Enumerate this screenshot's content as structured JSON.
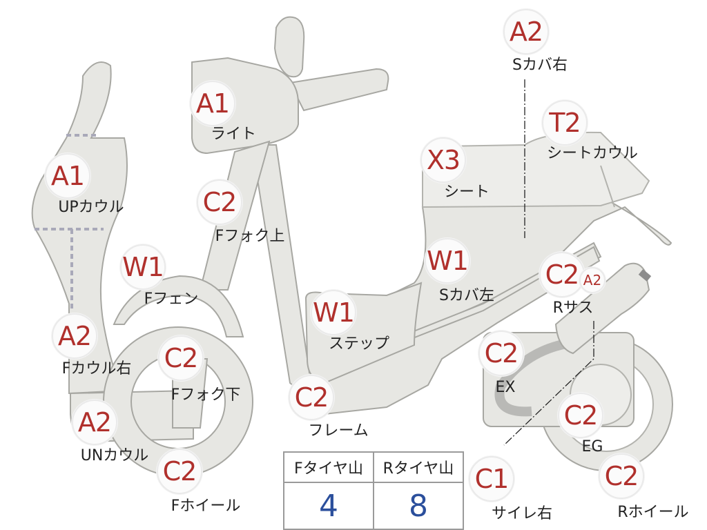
{
  "parts": [
    {
      "key": "a2_scover_right",
      "code": "A2",
      "name": "Sカバ右"
    },
    {
      "key": "a1_light",
      "code": "A1",
      "name": "ライト"
    },
    {
      "key": "t2_seat_cowl",
      "code": "T2",
      "name": "シートカウル"
    },
    {
      "key": "x3_seat",
      "code": "X3",
      "name": "シート"
    },
    {
      "key": "a1_up_cowl",
      "code": "A1",
      "name": "UPカウル"
    },
    {
      "key": "c2_ffork_upper",
      "code": "C2",
      "name": "Fフォク上"
    },
    {
      "key": "w1_scover_left",
      "code": "W1",
      "name": "Sカバ左"
    },
    {
      "key": "w1_ffender",
      "code": "W1",
      "name": "Fフェン"
    },
    {
      "key": "c2_rsus",
      "code": "C2",
      "name": "Rサス"
    },
    {
      "key": "w1_step",
      "code": "W1",
      "name": "ステップ"
    },
    {
      "key": "a2_fcowl_right",
      "code": "A2",
      "name": "Fカウル右"
    },
    {
      "key": "c2_ffork_lower",
      "code": "C2",
      "name": "Fフォク下"
    },
    {
      "key": "c2_ex",
      "code": "C2",
      "name": "EX"
    },
    {
      "key": "c2_frame",
      "code": "C2",
      "name": "フレーム"
    },
    {
      "key": "c2_eg",
      "code": "C2",
      "name": "EG"
    },
    {
      "key": "a2_un_cowl",
      "code": "A2",
      "name": "UNカウル"
    },
    {
      "key": "c2_fwheel",
      "code": "C2",
      "name": "Fホイール"
    },
    {
      "key": "c1_muffler_right",
      "code": "C1",
      "name": "サイレ右"
    },
    {
      "key": "c2_rwheel",
      "code": "C2",
      "name": "Rホイール"
    }
  ],
  "extra_marks": [
    {
      "key": "a2_rsus_small",
      "code": "A2"
    }
  ],
  "tyre_table": {
    "headers": [
      "Fタイヤ山",
      "Rタイヤ山"
    ],
    "values": [
      "4",
      "8"
    ]
  },
  "colors": {
    "code_red": "#b0302c",
    "value_blue": "#2b4f9c",
    "part_fill": "#e7e7e3",
    "dash_blue": "#a9a9b9"
  }
}
